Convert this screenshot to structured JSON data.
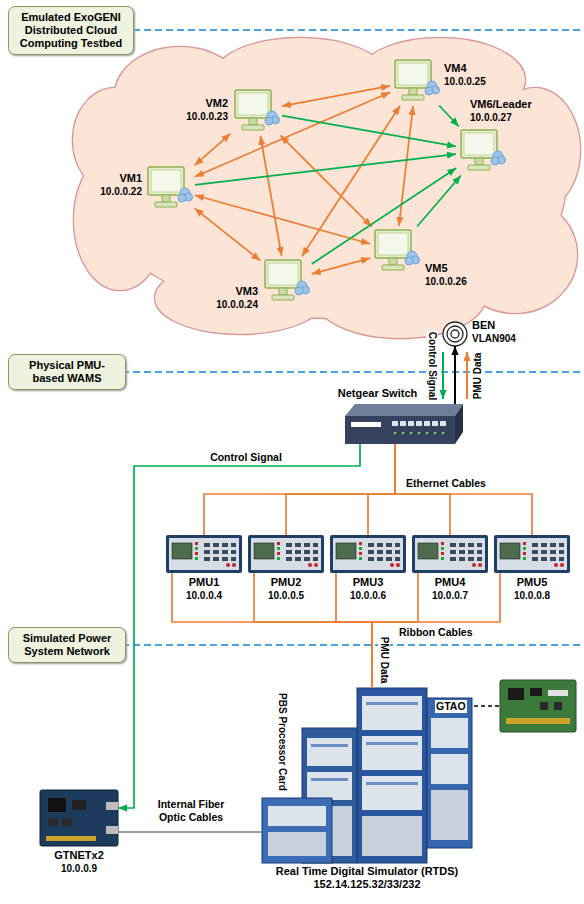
{
  "diagram": {
    "nodes": [
      {
        "text": [
          "Emulated ExoGENI Distributed Cloud Computing Testbed"
        ]
      },
      {
        "text": [
          "VM2",
          "10.0.0.23"
        ]
      },
      {
        "text": [
          "VM4",
          "10.0.0.25"
        ]
      },
      {
        "text": [
          "VM6/Leader",
          "10.0.0.27"
        ]
      },
      {
        "text": [
          "VM1",
          "10.0.0.22"
        ]
      },
      {
        "text": [
          "VM5",
          "10.0.0.26"
        ]
      },
      {
        "text": [
          "VM3",
          "10.0.0.24"
        ]
      },
      {
        "text": [
          "BEN",
          "VLAN904"
        ]
      },
      {
        "text": [
          "Physical PMU-based WAMS"
        ]
      },
      {
        "text": [
          "Netgear Switch"
        ]
      },
      {
        "text": [
          "PMU1",
          "10.0.0.4"
        ]
      },
      {
        "text": [
          "PMU2",
          "10.0.0.5"
        ]
      },
      {
        "text": [
          "PMU3",
          "10.0.0.6"
        ]
      },
      {
        "text": [
          "PMU4",
          "10.0.0.7"
        ]
      },
      {
        "text": [
          "PMU5",
          "10.0.0.8"
        ]
      },
      {
        "text": [
          "Simulated Power System Network"
        ]
      },
      {
        "text": [
          "GTNETx2",
          "10.0.0.9"
        ]
      },
      {
        "text": [
          "Real Time Digital Simulator (RTDS)",
          "152.14.125.32/33/232"
        ]
      }
    ],
    "edges": [
      {
        "from": 4,
        "to": 1,
        "arrow": "both"
      },
      {
        "from": 4,
        "to": 6,
        "arrow": "both"
      },
      {
        "from": 4,
        "to": 2,
        "arrow": "both"
      },
      {
        "from": 4,
        "to": 5,
        "arrow": "both"
      },
      {
        "from": 1,
        "to": 6,
        "arrow": "both"
      },
      {
        "from": 1,
        "to": 2,
        "arrow": "both"
      },
      {
        "from": 1,
        "to": 5,
        "arrow": "both"
      },
      {
        "from": 6,
        "to": 2,
        "arrow": "both"
      },
      {
        "from": 6,
        "to": 5,
        "arrow": "both"
      },
      {
        "from": 2,
        "to": 5,
        "arrow": "both"
      },
      {
        "from": 4,
        "to": 3,
        "arrow": "to"
      },
      {
        "from": 1,
        "to": 3,
        "arrow": "to"
      },
      {
        "from": 2,
        "to": 3,
        "arrow": "to"
      },
      {
        "from": 5,
        "to": 3,
        "arrow": "to"
      },
      {
        "from": 6,
        "to": 3,
        "arrow": "to"
      },
      {
        "from": 9,
        "to": 7,
        "arrow": "to"
      },
      {
        "from": 9,
        "to": 16,
        "arrow": "to",
        "label": "Control Signal"
      },
      {
        "from": 10,
        "to": 9,
        "arrow": "none"
      },
      {
        "from": 11,
        "to": 9,
        "arrow": "none"
      },
      {
        "from": 12,
        "to": 9,
        "arrow": "none"
      },
      {
        "from": 13,
        "to": 9,
        "arrow": "none"
      },
      {
        "from": 14,
        "to": 9,
        "arrow": "none"
      },
      {
        "from": 17,
        "to": 10,
        "arrow": "none"
      },
      {
        "from": 17,
        "to": 11,
        "arrow": "none"
      },
      {
        "from": 17,
        "to": 12,
        "arrow": "none"
      },
      {
        "from": 17,
        "to": 13,
        "arrow": "none"
      },
      {
        "from": 17,
        "to": 14,
        "arrow": "none"
      },
      {
        "from": 16,
        "to": 17,
        "arrow": "none",
        "label": "Internal Fiber Optic Cables"
      }
    ],
    "labels": [
      "Control Signal",
      "PMU Data",
      "Ethernet Cables",
      "Ribbon Cables",
      "PMU Data",
      "GTAO",
      "PBS Processor Card"
    ]
  }
}
